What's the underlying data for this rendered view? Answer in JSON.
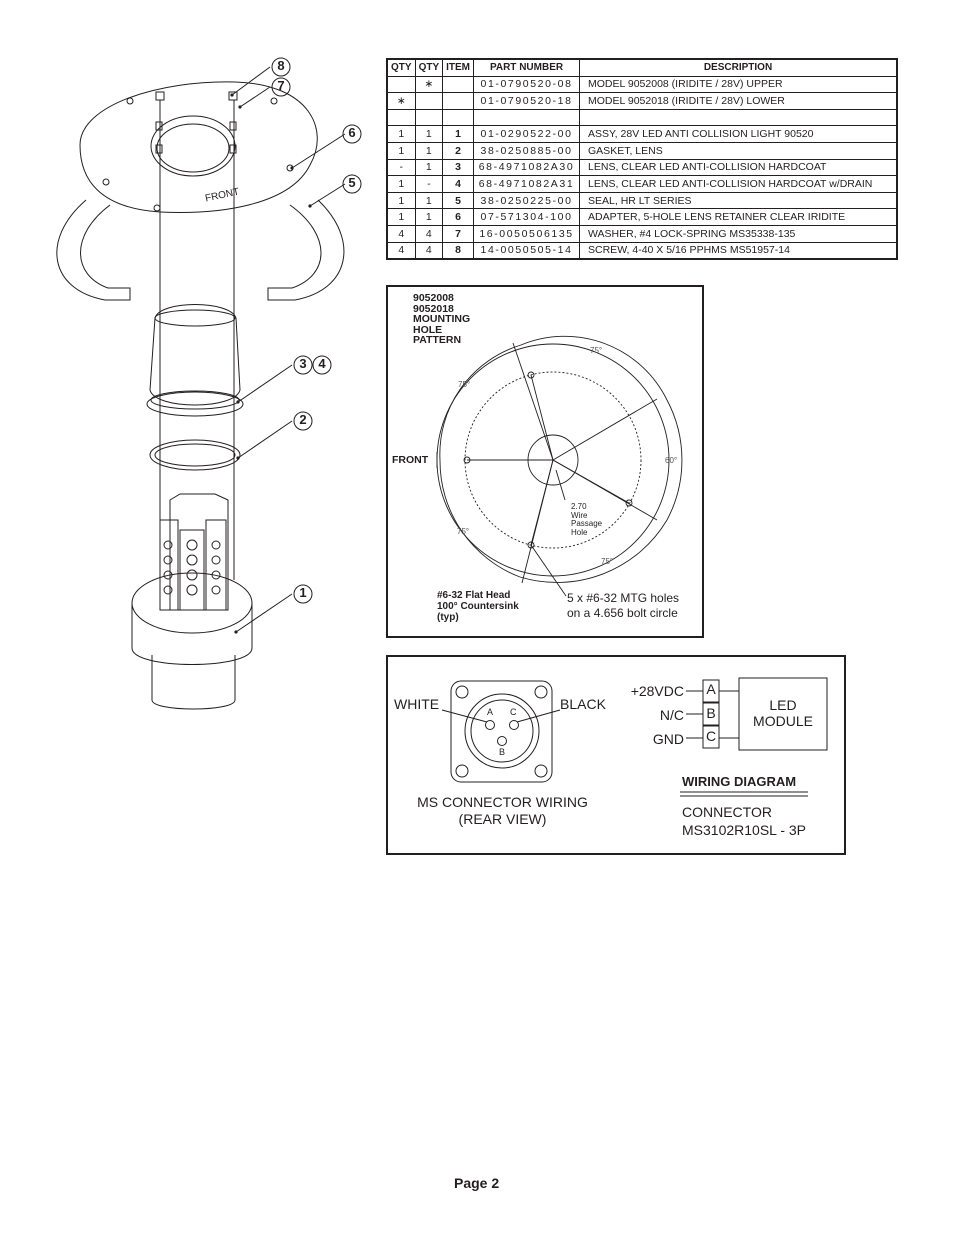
{
  "parts_table": {
    "headers": [
      "QTY",
      "QTY",
      "ITEM",
      "PART NUMBER",
      "DESCRIPTION"
    ],
    "rows": [
      {
        "q1": "",
        "q2": "∗",
        "item": "",
        "part": "01-0790520-08",
        "desc": "MODEL 9052008 (IRIDITE / 28V) UPPER"
      },
      {
        "q1": "∗",
        "q2": "",
        "item": "",
        "part": "01-0790520-18",
        "desc": "MODEL 9052018 (IRIDITE / 28V) LOWER"
      },
      {
        "q1": "",
        "q2": "",
        "item": "",
        "part": "",
        "desc": ""
      },
      {
        "q1": "1",
        "q2": "1",
        "item": "1",
        "part": "01-0290522-00",
        "desc": "ASSY, 28V LED ANTI COLLISION LIGHT 90520"
      },
      {
        "q1": "1",
        "q2": "1",
        "item": "2",
        "part": "38-0250885-00",
        "desc": "GASKET, LENS"
      },
      {
        "q1": "-",
        "q2": "1",
        "item": "3",
        "part": "68-4971082A30",
        "desc": "LENS, CLEAR LED ANTI-COLLISION HARDCOAT"
      },
      {
        "q1": "1",
        "q2": "-",
        "item": "4",
        "part": "68-4971082A31",
        "desc": "LENS, CLEAR LED ANTI-COLLISION HARDCOAT w/DRAIN"
      },
      {
        "q1": "1",
        "q2": "1",
        "item": "5",
        "part": "38-0250225-00",
        "desc": "SEAL, HR LT SERIES"
      },
      {
        "q1": "1",
        "q2": "1",
        "item": "6",
        "part": "07-571304-100",
        "desc": "ADAPTER, 5-HOLE LENS RETAINER CLEAR IRIDITE"
      },
      {
        "q1": "4",
        "q2": "4",
        "item": "7",
        "part": "16-0050506135",
        "desc": "WASHER, #4 LOCK-SPRING MS35338-135"
      },
      {
        "q1": "4",
        "q2": "4",
        "item": "8",
        "part": "14-0050505-14",
        "desc": "SCREW, 4-40 X 5/16 PPHMS MS51957-14"
      }
    ]
  },
  "exploded_view": {
    "callouts": [
      "8",
      "7",
      "6",
      "5",
      "3",
      "4",
      "2",
      "1"
    ],
    "front_label": "FRONT"
  },
  "mounting_pattern": {
    "title_lines": [
      "9052008",
      "9052018",
      "MOUNTING",
      "HOLE",
      "PATTERN"
    ],
    "front_label": "FRONT",
    "angles": [
      "75°",
      "75°",
      "60°",
      "75°",
      "75°"
    ],
    "wire_hole_lines": [
      "2.70",
      "Wire",
      "Passage",
      "Hole"
    ],
    "countersink_lines": [
      "#6-32 Flat Head",
      "100° Countersink",
      "(typ)"
    ],
    "holes_note_lines": [
      "5 x #6-32 MTG holes",
      "on a 4.656 bolt  circle"
    ]
  },
  "wiring": {
    "white_label": "WHITE",
    "black_label": "BLACK",
    "pins": [
      "A",
      "C",
      "B"
    ],
    "connector_caption_lines": [
      "MS CONNECTOR WIRING",
      "(REAR VIEW)"
    ],
    "signals": [
      "+28VDC",
      "N/C",
      "GND"
    ],
    "terminals": [
      "A",
      "B",
      "C"
    ],
    "module_lines": [
      "LED",
      "MODULE"
    ],
    "diagram_title": "WIRING DIAGRAM",
    "connector_lines": [
      "CONNECTOR",
      "MS3102R10SL - 3P"
    ]
  },
  "footer": {
    "page": "Page 2"
  }
}
